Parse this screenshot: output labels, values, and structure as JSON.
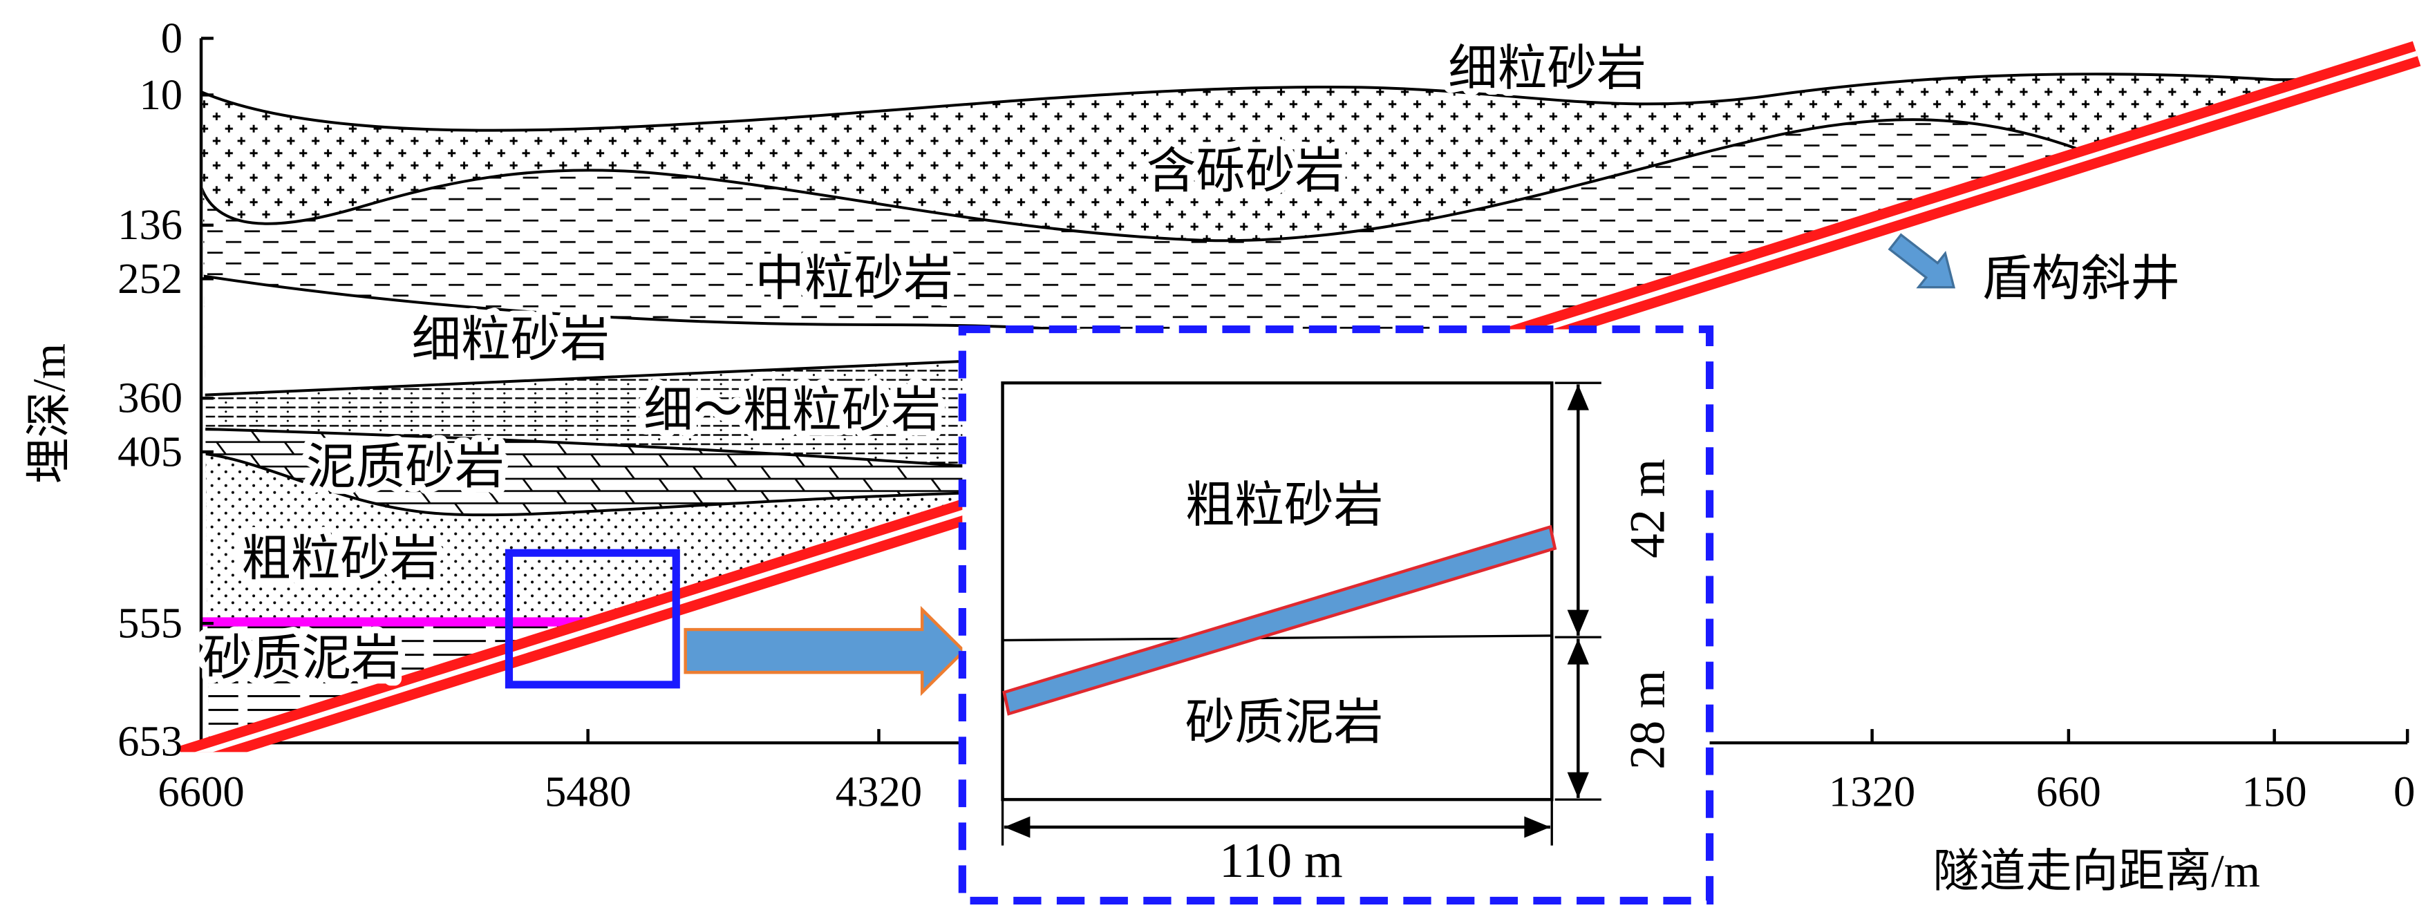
{
  "y_axis": {
    "title": "埋深/m",
    "ticks": [
      "0",
      "10",
      "136",
      "252",
      "360",
      "405",
      "555",
      "653"
    ]
  },
  "x_axis": {
    "title": "隧道走向距离/m",
    "ticks": [
      "6600",
      "5480",
      "4320",
      "1320",
      "660",
      "150",
      "0"
    ]
  },
  "strata_labels": {
    "top_fine_sandstone": "细粒砂岩",
    "gravel_sandstone": "含砾砂岩",
    "medium_sandstone": "中粒砂岩",
    "fine_sandstone": "细粒砂岩",
    "fine_to_coarse_sandstone": "细～粗粒砂岩",
    "argillaceous_sandstone": "泥质砂岩",
    "coarse_sandstone": "粗粒砂岩",
    "sandy_mudstone": "砂质泥岩"
  },
  "tunnel_label": "盾构斜井",
  "inset": {
    "upper_layer": "粗粒砂岩",
    "lower_layer": "砂质泥岩",
    "upper_thickness": "42 m",
    "lower_thickness": "28 m",
    "length": "110 m"
  },
  "colors": {
    "tunnel": "#ff1a1a",
    "inset_frame": "#1a1aff",
    "highlight_box": "#1a1aff",
    "stratum_555_line": "#ff00ff",
    "arrow_fill": "#5b9bd5",
    "arrow_outline": "#ed7d31",
    "tunnel_segment_outline": "#e0292f"
  }
}
